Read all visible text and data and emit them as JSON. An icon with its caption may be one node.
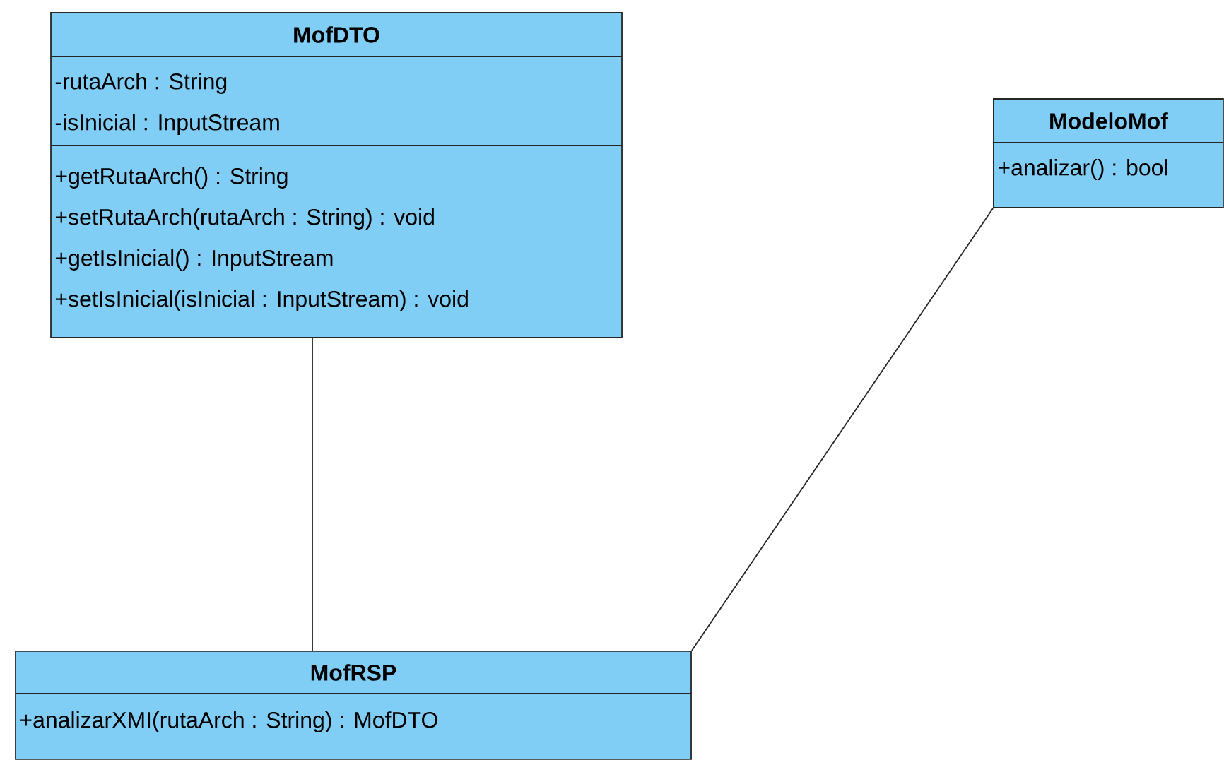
{
  "diagram": {
    "nodes": [
      {
        "text": [
          "MofDTO",
          "-rutaArch : String",
          "-isInicial : InputStream",
          "+getRutaArch() : String",
          "+setRutaArch(rutaArch : String) : void",
          "+getIsInicial() : InputStream",
          "+setIsInicial(isInicial : InputStream) : void"
        ]
      },
      {
        "text": [
          "ModeloMof",
          "+analizar() : bool"
        ]
      },
      {
        "text": [
          "MofRSP",
          "+analizarXMI(rutaArch : String) : MofDTO"
        ]
      }
    ],
    "edges": [
      {
        "from": 0,
        "to": 2,
        "arrow": "none"
      },
      {
        "from": 1,
        "to": 2,
        "arrow": "none"
      }
    ]
  }
}
